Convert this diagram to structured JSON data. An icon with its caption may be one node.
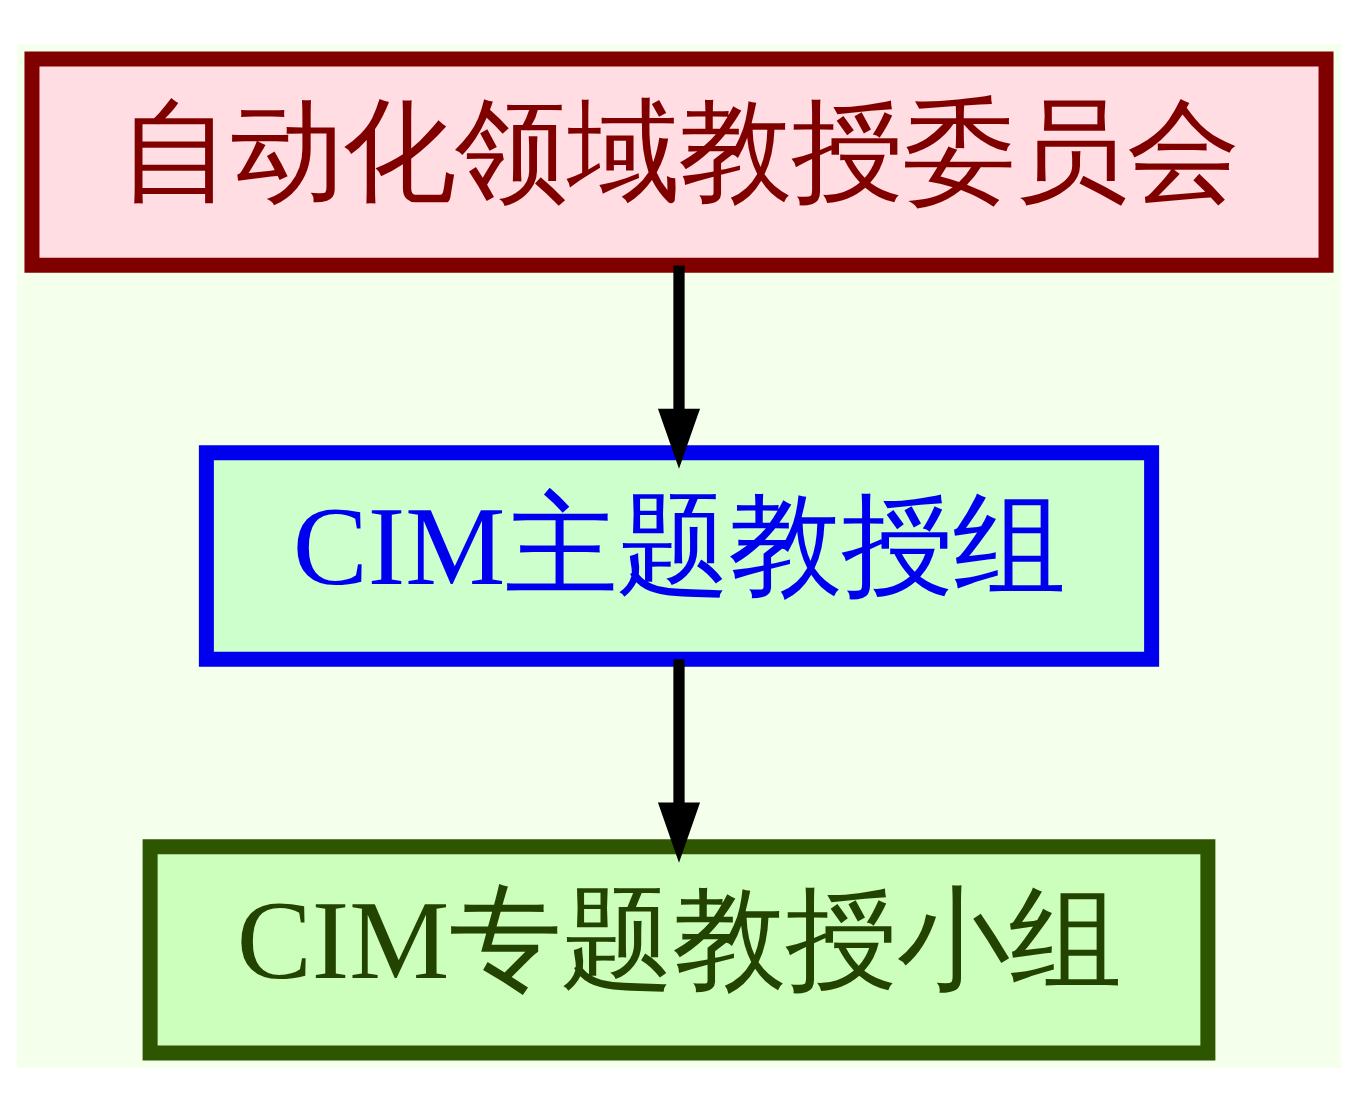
{
  "diagram": {
    "nodes": [
      {
        "text": [
          "自动化领域教授委员会"
        ]
      },
      {
        "text": [
          "CIM主题教授组"
        ]
      },
      {
        "text": [
          "CIM专题教授小组"
        ]
      }
    ],
    "edges": [
      {
        "from": 0,
        "to": 1,
        "arrow": "to"
      },
      {
        "from": 1,
        "to": 2,
        "arrow": "to"
      }
    ]
  }
}
